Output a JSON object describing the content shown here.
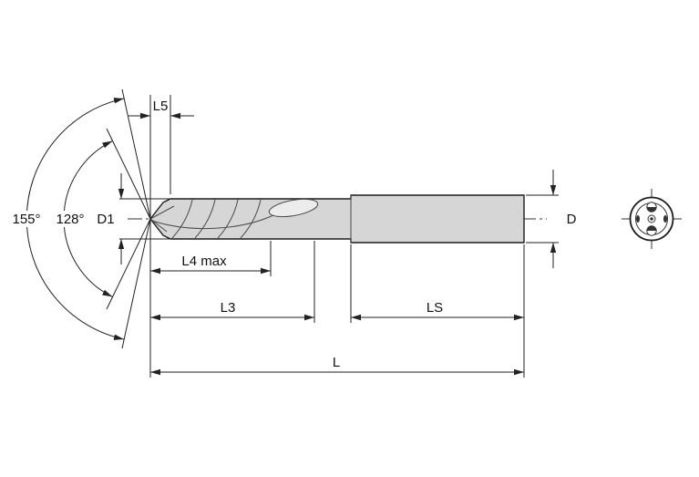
{
  "diagram": {
    "labels": {
      "l5": "L5",
      "angle_155": "155°",
      "angle_128": "128°",
      "d1": "D1",
      "l4_max": "L4 max",
      "l3": "L3",
      "ls": "LS",
      "l": "L",
      "d": "D"
    },
    "colors": {
      "line": "#222222",
      "body_fill": "#d6d6d6",
      "background": "#ffffff"
    }
  }
}
